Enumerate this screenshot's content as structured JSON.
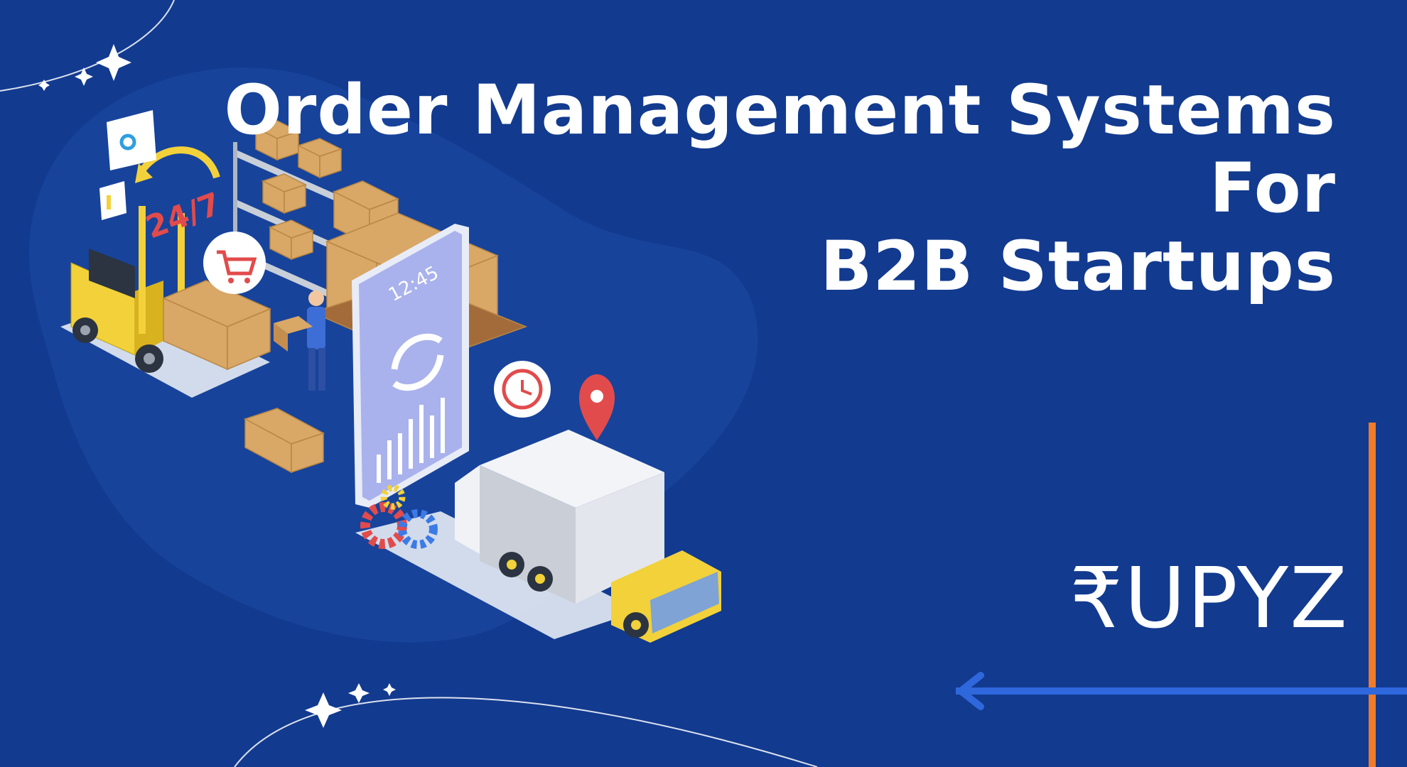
{
  "headline": {
    "line1": "Order Management Systems",
    "line2": "For",
    "line3": "B2B Startups"
  },
  "illustration": {
    "clock_text": "24/7",
    "phone_time": "12:45"
  },
  "logo": {
    "text": "₹UPYZ"
  },
  "colors": {
    "background": "#123a8f",
    "accent_orange": "#f07c2a",
    "accent_blue": "#2f67dc",
    "text": "#ffffff"
  }
}
